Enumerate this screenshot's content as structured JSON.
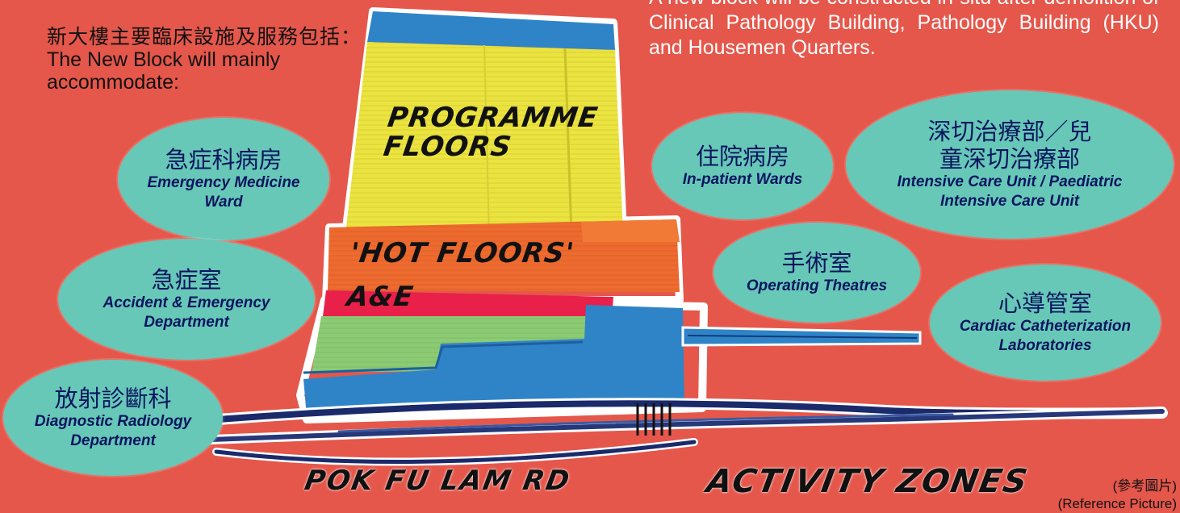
{
  "intro": {
    "zh": "新大樓主要臨床設施及服務包括：",
    "en": "The New Block will mainly accommodate:"
  },
  "top_note": "A new block will be constructed in-situ after demolition of Clinical Pathology Building, Pathology Building (HKU) and Housemen Quarters.",
  "building_labels": {
    "programme": "PROGRAMME FLOORS",
    "hot": "'HOT FLOORS'",
    "ae": "A&E"
  },
  "facilities": [
    {
      "zh": "急症科病房",
      "en": "Emergency Medicine Ward"
    },
    {
      "zh": "急症室",
      "en": "Accident & Emergency Department"
    },
    {
      "zh": "放射診斷科",
      "en": "Diagnostic Radiology Department"
    },
    {
      "zh": "住院病房",
      "en": "In-patient Wards"
    },
    {
      "zh": "深切治療部／兒童深切治療部",
      "en": "Intensive Care Unit / Paediatric Intensive Care Unit"
    },
    {
      "zh": "手術室",
      "en": "Operating Theatres"
    },
    {
      "zh": "心導管室",
      "en": "Cardiac Catheterization Laboratories"
    }
  ],
  "bottom_labels": {
    "road": "POK FU LAM RD",
    "zones": "ACTIVITY ZONES"
  },
  "reference": {
    "zh": "(參考圖片)",
    "en": "(Reference Picture)"
  },
  "colors": {
    "background": "#e5574b",
    "ellipse": "#67c8b7",
    "ellipse_text": "#0b1560",
    "programme_floors": "#ebe33f",
    "hot_floors": "#ee6a2e",
    "ae_band": "#e8204a",
    "podium": "#8ccb73",
    "base": "#2f84c8"
  }
}
